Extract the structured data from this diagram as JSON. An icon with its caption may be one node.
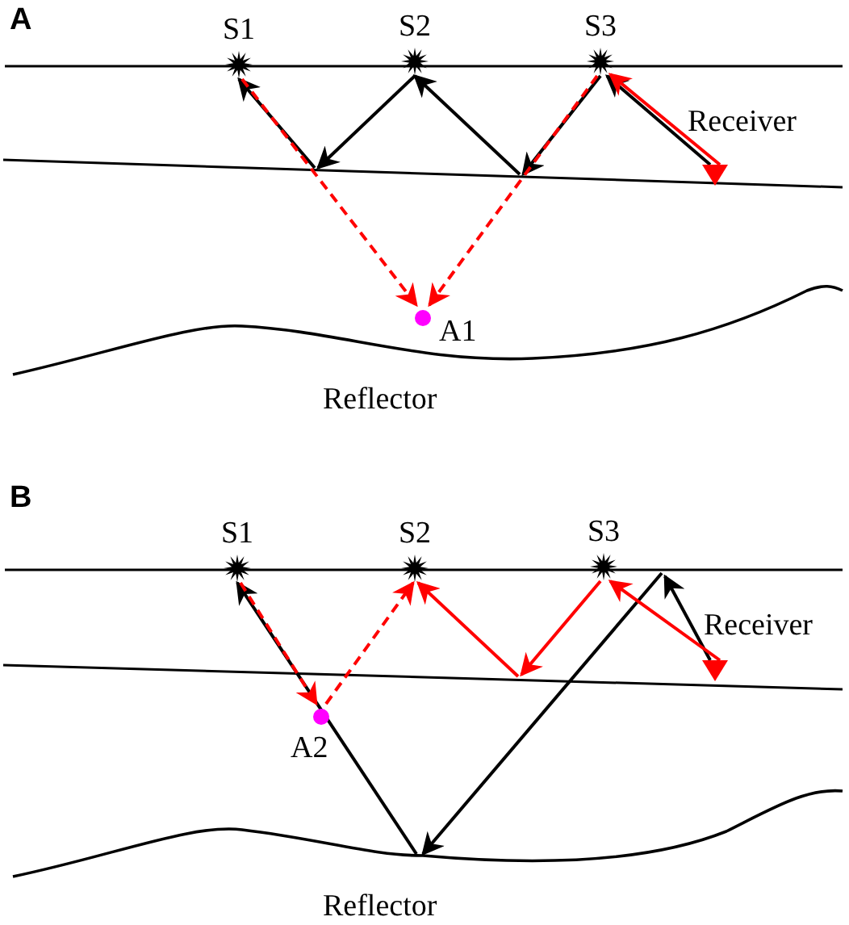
{
  "diagram": {
    "nodes": [
      {
        "text": [
          "S1"
        ]
      },
      {
        "text": [
          "S2"
        ]
      },
      {
        "text": [
          "S3"
        ]
      },
      {
        "text": [],
        "shape": "triangle",
        "beside": [
          "Receiver"
        ]
      },
      {
        "text": [
          "A1"
        ]
      },
      {
        "text": [
          "Reflector"
        ]
      },
      {
        "text": [
          "S1"
        ]
      },
      {
        "text": [
          "S2"
        ]
      },
      {
        "text": [
          "S3"
        ]
      },
      {
        "text": [],
        "shape": "triangle",
        "beside": [
          "Receiver"
        ]
      },
      {
        "text": [
          "A2"
        ]
      },
      {
        "text": [
          "Reflector"
        ]
      }
    ],
    "edges": [
      {
        "from": 1,
        "to": null,
        "arrow": "to"
      },
      {
        "from": null,
        "to": 0,
        "arrow": "to"
      },
      {
        "from": null,
        "to": 1,
        "arrow": "to"
      },
      {
        "from": 2,
        "to": null,
        "arrow": "to"
      },
      {
        "from": 3,
        "to": 2,
        "arrow": "to"
      },
      {
        "from": 3,
        "to": 2,
        "arrow": "to",
        "color": "#ff0000"
      },
      {
        "from": 0,
        "to": 4,
        "arrow": "to",
        "style": "dashed",
        "color": "#ff0000"
      },
      {
        "from": 2,
        "to": 4,
        "arrow": "to",
        "style": "dashed",
        "color": "#ff0000"
      },
      {
        "from": 9,
        "to": null,
        "arrow": "to"
      },
      {
        "from": null,
        "to": 11,
        "arrow": "to"
      },
      {
        "from": 11,
        "to": 6,
        "arrow": "to"
      },
      {
        "from": 6,
        "to": 10,
        "arrow": "to",
        "style": "dashed",
        "color": "#ff0000"
      },
      {
        "from": 10,
        "to": 7,
        "arrow": "to",
        "style": "dashed",
        "color": "#ff0000"
      },
      {
        "from": null,
        "to": 7,
        "arrow": "to",
        "color": "#ff0000"
      },
      {
        "from": 8,
        "to": null,
        "arrow": "to",
        "color": "#ff0000"
      },
      {
        "from": 9,
        "to": 8,
        "arrow": "to",
        "color": "#ff0000"
      }
    ],
    "labels": [
      "A",
      "B"
    ]
  }
}
